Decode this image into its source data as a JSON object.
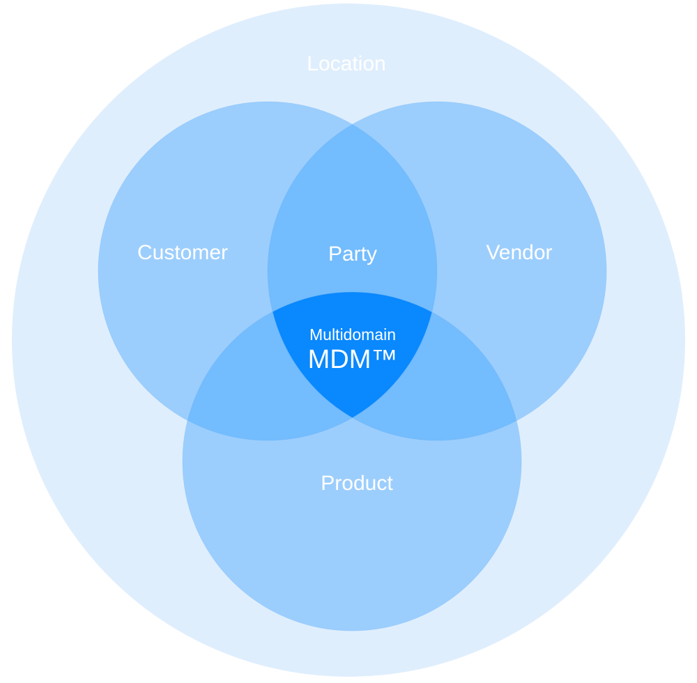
{
  "diagram": {
    "type": "venn",
    "outer": {
      "label": "Location",
      "color": "#DFEEFD",
      "label_color": "#1E8EF5"
    },
    "sets": [
      {
        "id": "customer",
        "label": "Customer"
      },
      {
        "id": "vendor",
        "label": "Vendor"
      },
      {
        "id": "product",
        "label": "Product"
      }
    ],
    "overlaps": {
      "customer_vendor": "Party",
      "center_line1": "Multidomain",
      "center_line2": "MDM™"
    },
    "colors": {
      "single": "#9CCEFD",
      "pair": "#73BCFD",
      "triple": "#0A88FD",
      "label": "#FFFFFF"
    }
  }
}
